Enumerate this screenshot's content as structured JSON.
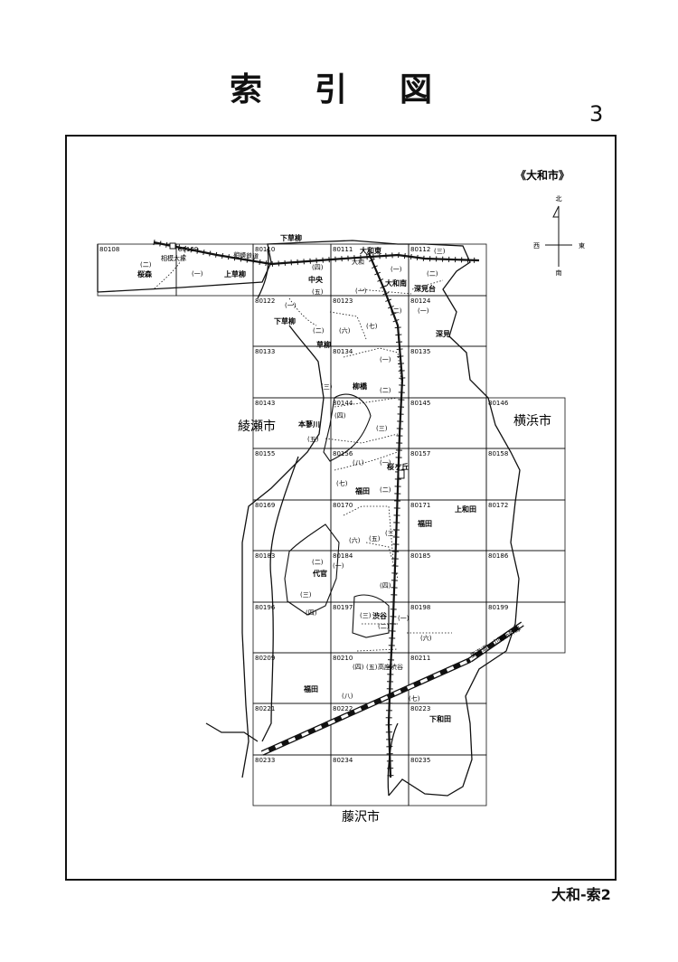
{
  "header": {
    "title": "索引図",
    "page_number": "3"
  },
  "city_label": "《大和市》",
  "compass": {
    "north": "北",
    "south": "南",
    "east": "東",
    "west": "西"
  },
  "grid": {
    "cells": [
      {
        "id": "80108",
        "c": 0,
        "r": 0
      },
      {
        "id": "80109",
        "c": 1,
        "r": 0
      },
      {
        "id": "80110",
        "c": 2,
        "r": 0
      },
      {
        "id": "80111",
        "c": 3,
        "r": 0
      },
      {
        "id": "80112",
        "c": 4,
        "r": 0
      },
      {
        "id": "80122",
        "c": 2,
        "r": 1
      },
      {
        "id": "80123",
        "c": 3,
        "r": 1
      },
      {
        "id": "80124",
        "c": 4,
        "r": 1
      },
      {
        "id": "80133",
        "c": 2,
        "r": 2
      },
      {
        "id": "80134",
        "c": 3,
        "r": 2
      },
      {
        "id": "80135",
        "c": 4,
        "r": 2
      },
      {
        "id": "80143",
        "c": 2,
        "r": 3
      },
      {
        "id": "80144",
        "c": 3,
        "r": 3
      },
      {
        "id": "80145",
        "c": 4,
        "r": 3
      },
      {
        "id": "80146",
        "c": 5,
        "r": 3
      },
      {
        "id": "80155",
        "c": 2,
        "r": 4
      },
      {
        "id": "80156",
        "c": 3,
        "r": 4
      },
      {
        "id": "80157",
        "c": 4,
        "r": 4
      },
      {
        "id": "80158",
        "c": 5,
        "r": 4
      },
      {
        "id": "80169",
        "c": 2,
        "r": 5
      },
      {
        "id": "80170",
        "c": 3,
        "r": 5
      },
      {
        "id": "80171",
        "c": 4,
        "r": 5
      },
      {
        "id": "80172",
        "c": 5,
        "r": 5
      },
      {
        "id": "80183",
        "c": 2,
        "r": 6
      },
      {
        "id": "80184",
        "c": 3,
        "r": 6
      },
      {
        "id": "80185",
        "c": 4,
        "r": 6
      },
      {
        "id": "80186",
        "c": 5,
        "r": 6
      },
      {
        "id": "80196",
        "c": 2,
        "r": 7
      },
      {
        "id": "80197",
        "c": 3,
        "r": 7
      },
      {
        "id": "80198",
        "c": 4,
        "r": 7
      },
      {
        "id": "80199",
        "c": 5,
        "r": 7
      },
      {
        "id": "80209",
        "c": 2,
        "r": 8
      },
      {
        "id": "80210",
        "c": 3,
        "r": 8
      },
      {
        "id": "80211",
        "c": 4,
        "r": 8
      },
      {
        "id": "80221",
        "c": 2,
        "r": 9
      },
      {
        "id": "80222",
        "c": 3,
        "r": 9
      },
      {
        "id": "80223",
        "c": 4,
        "r": 9
      },
      {
        "id": "80233",
        "c": 2,
        "r": 10
      },
      {
        "id": "80234",
        "c": 3,
        "r": 10
      },
      {
        "id": "80235",
        "c": 4,
        "r": 10
      }
    ]
  },
  "cities": {
    "west": "綾瀬市",
    "east": "横浜市",
    "south": "藤沢市"
  },
  "places": [
    {
      "name": "下草柳"
    },
    {
      "name": "相模鉄道"
    },
    {
      "name": "相模大塚"
    },
    {
      "name": "桜森"
    },
    {
      "name": "上草柳"
    },
    {
      "name": "大和東"
    },
    {
      "name": "中央"
    },
    {
      "name": "大和南"
    },
    {
      "name": "深見台"
    },
    {
      "name": "深見"
    },
    {
      "name": "下草柳"
    },
    {
      "name": "草柳"
    },
    {
      "name": "柳橋"
    },
    {
      "name": "本蓼川"
    },
    {
      "name": "桜ヶ丘"
    },
    {
      "name": "福田"
    },
    {
      "name": "上和田"
    },
    {
      "name": "福田"
    },
    {
      "name": "代官"
    },
    {
      "name": "渋谷"
    },
    {
      "name": "東海道・山陽新幹線"
    },
    {
      "name": "高座渋谷"
    },
    {
      "name": "福田"
    },
    {
      "name": "下和田"
    },
    {
      "name": "大和"
    }
  ],
  "wards": [
    "(一)",
    "(二)",
    "(三)",
    "(四)",
    "(五)",
    "(六)",
    "(七)",
    "(八)"
  ],
  "footer": "大和-索2"
}
